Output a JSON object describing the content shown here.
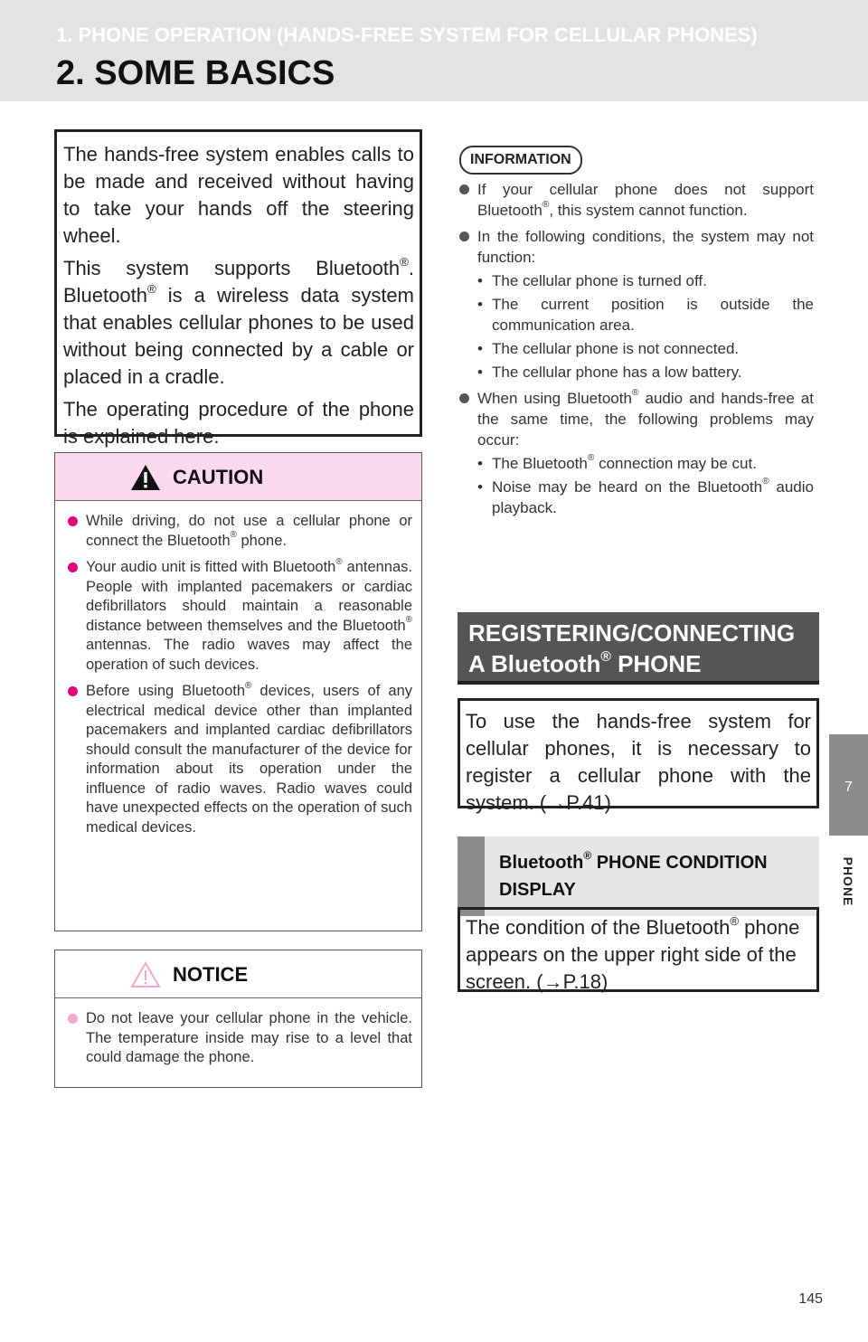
{
  "header": {
    "chapter_title": "1. PHONE OPERATION (HANDS-FREE SYSTEM FOR CELLULAR PHONES)",
    "section_title": "2. SOME BASICS"
  },
  "side_tab": {
    "number": "7",
    "label": "PHONE"
  },
  "page_number": "145",
  "intro": {
    "p1": "The hands-free system enables calls to be made and received without having to take your hands off the steering wheel.",
    "p2a": "This system supports Bluetooth",
    "p2b": ". Bluetooth",
    "p2c": " is a wireless data system that enables cellular phones to be used without being connected by a cable or placed in a cradle.",
    "p3": "The operating procedure of the phone is explained here.",
    "reg": "®"
  },
  "caution": {
    "title": "CAUTION",
    "items": [
      {
        "a": "While driving, do not use a cellular phone or connect the Bluetooth",
        "b": " phone."
      },
      {
        "a": "Your audio unit is fitted with Bluetooth",
        "b": " antennas. People with implanted pacemakers or cardiac defibrillators should maintain a reasonable distance between themselves and the Bluetooth",
        "c": " antennas. The radio waves may affect the operation of such devices."
      },
      {
        "a": "Before using Bluetooth",
        "b": " devices, users of any electrical medical device other than implanted pacemakers and implanted cardiac defibrillators should consult the manufacturer of the device for information about its operation under the influence of radio waves. Radio waves could have unexpected effects on the operation of such medical devices."
      }
    ]
  },
  "notice": {
    "title": "NOTICE",
    "items": [
      "Do not leave your cellular phone in the vehicle. The temperature inside may rise to a level that could damage the phone."
    ]
  },
  "information": {
    "tag": "INFORMATION",
    "item1a": "If your cellular phone does not support Bluetooth",
    "item1b": ", this system cannot function.",
    "item2": "In the following conditions, the system may not function:",
    "item2_subs": [
      "The cellular phone is turned off.",
      "The current position is outside the communication area.",
      "The cellular phone is not connected.",
      "The cellular phone has a low battery."
    ],
    "item3a": "When using Bluetooth",
    "item3b": " audio and hands-free at the same time, the following problems may occur:",
    "item3_sub1a": "The Bluetooth",
    "item3_sub1b": " connection may be cut.",
    "item3_sub2a": "Noise may be heard on the Bluetooth",
    "item3_sub2b": " audio playback.",
    "sub_marker": "•"
  },
  "registering": {
    "title_a": "REGISTERING/CONNECTING",
    "title_b": "A Bluetooth",
    "title_c": " PHONE",
    "text": "To use the hands-free system for cellular phones, it is necessary to register a cellular phone with the system. (→P.41)"
  },
  "condition": {
    "title_a": "Bluetooth",
    "title_b": " PHONE CONDITION",
    "title_c": "DISPLAY",
    "text_a": "The condition of the Bluetooth",
    "text_b": " phone appears on the upper right side of the screen. (→P.18)"
  },
  "colors": {
    "caution_header": "#fcd9ec",
    "bullet_pink": "#e4007f",
    "grey_tab": "#8c8c8c"
  }
}
